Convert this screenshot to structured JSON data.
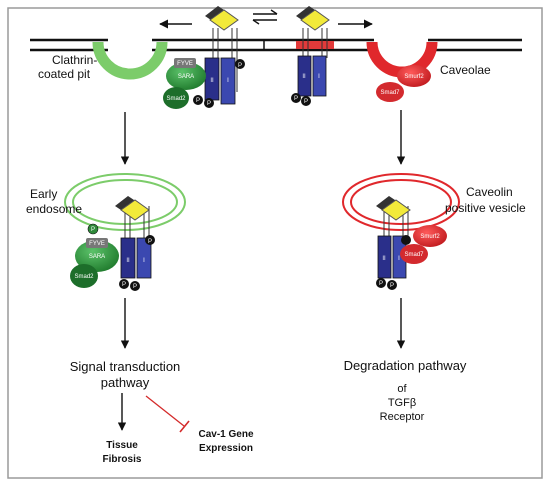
{
  "labels": {
    "clathrin_pit": [
      "Clathrin-",
      "coated pit"
    ],
    "caveolae": "Caveolae",
    "early_endosome": [
      "Early",
      "endosome"
    ],
    "caveolin_vesicle": [
      "Caveolin",
      "positive vesicle"
    ],
    "signal_pathway": [
      "Signal transduction",
      "pathway"
    ],
    "degradation_pathway": [
      "Degradation pathway",
      "of",
      "TGFβ",
      "Receptor"
    ],
    "tissue_fibrosis": [
      "Tissue",
      "Fibrosis"
    ],
    "cav1_expression": [
      "Cav-1 Gene",
      "Expression"
    ]
  },
  "proteins": {
    "fyve": "FYVE",
    "sara": "SARA",
    "smad2": "Smad2",
    "smad7": "Smad7",
    "smurf2": "Smurf2",
    "receptor_ii": "II",
    "receptor_i": "I",
    "phospho": "P"
  },
  "colors": {
    "green_dark": "#2f8a3a",
    "green_light": "#7ccc6a",
    "red": "#e0282c",
    "receptor_blue": "#2a2f8a",
    "ligand_yellow": "#f2ea3a",
    "inhibit_red": "#d42a2a"
  }
}
